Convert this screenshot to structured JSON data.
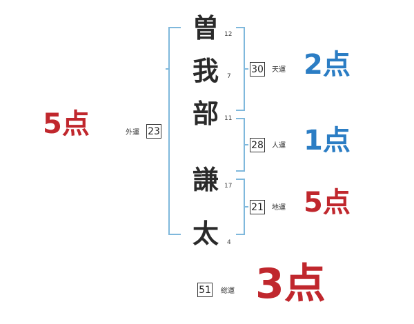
{
  "name": {
    "characters": [
      {
        "char": "曽",
        "strokes": "12"
      },
      {
        "char": "我",
        "strokes": "7"
      },
      {
        "char": "部",
        "strokes": "11"
      },
      {
        "char": "謙",
        "strokes": "17"
      },
      {
        "char": "太",
        "strokes": "4"
      }
    ]
  },
  "fortunes": {
    "tenkaku": {
      "value": "30",
      "label": "天運",
      "score": "2点"
    },
    "jinkaku": {
      "value": "28",
      "label": "人運",
      "score": "1点"
    },
    "chikaku": {
      "value": "21",
      "label": "地運",
      "score": "5点"
    },
    "gaikaku": {
      "value": "23",
      "label": "外運",
      "score": "5点"
    },
    "soukaku": {
      "value": "51",
      "label": "総運",
      "score": "3点"
    }
  },
  "colors": {
    "bracket": "#7fb8dc",
    "score_red": "#c0272d",
    "score_blue": "#2b7dc4"
  }
}
